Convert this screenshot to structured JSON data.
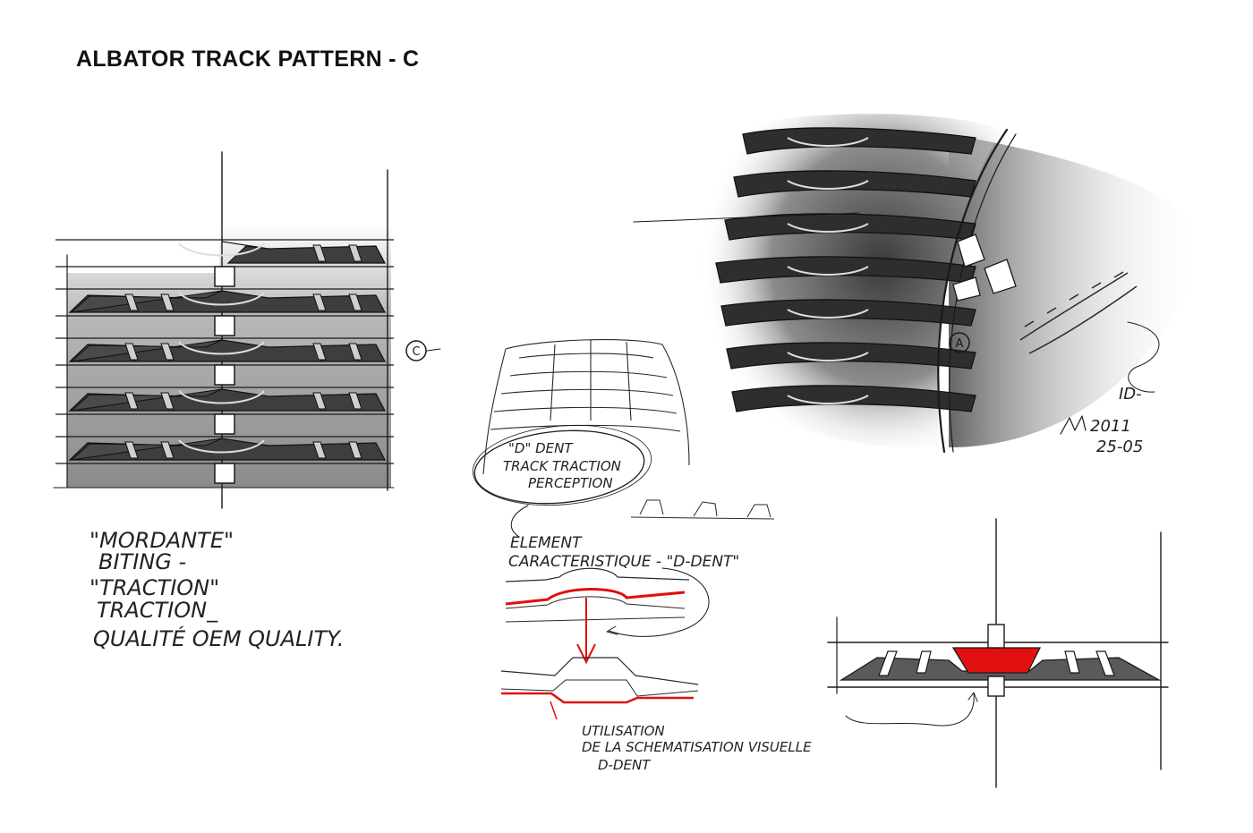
{
  "title": "ALBATOR TRACK PATTERN - C",
  "circle_mark": "C",
  "notes_left": {
    "line1": "\"MORDANTE\"",
    "line2": "BITING -",
    "line3": "\"TRACTION\"",
    "line4": "TRACTION_",
    "line5": "QUALITÉ OEM QUALITY."
  },
  "dent_bubble": {
    "line1": "\"D\" DENT",
    "line2": "TRACK TRACTION",
    "line3": "PERCEPTION"
  },
  "element_note": {
    "line1": "ELEMENT",
    "line2": "CARACTERISTIQUE - \"D-DENT\""
  },
  "usage_note": {
    "line1": "UTILISATION",
    "line2": "DE LA SCHEMATISATION VISUELLE",
    "line3": "D-DENT"
  },
  "track_label_a": "A",
  "id_note": "ID-",
  "signature": {
    "line1": "2011",
    "line2": "25-05"
  },
  "colors": {
    "accent_red": "#e01010",
    "ink": "#1a1a1a",
    "shade": "#777777"
  }
}
